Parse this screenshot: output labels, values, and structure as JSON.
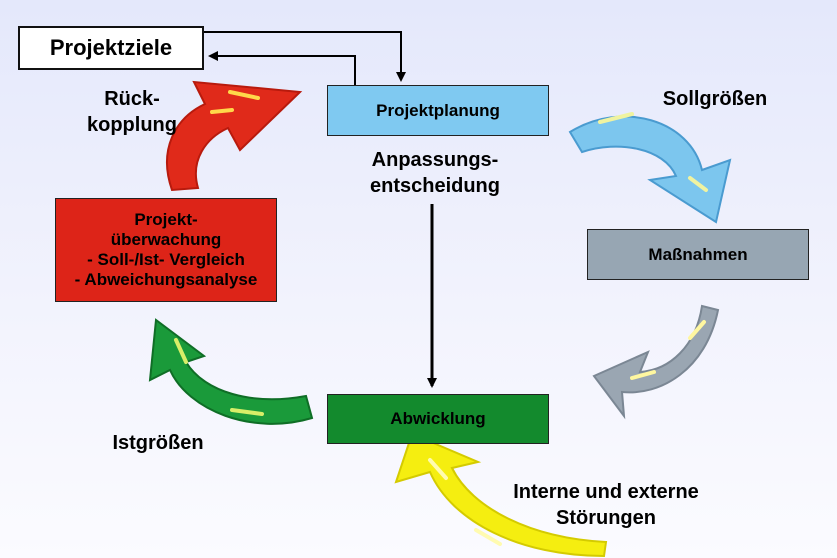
{
  "diagram": {
    "goals_label": "Projektziele",
    "planning_label": "Projektplanung",
    "measures_label": "Maßnahmen",
    "execution_label": "Abwicklung",
    "monitoring": {
      "line1": "Projekt-",
      "line2": "überwachung",
      "line3": "- Soll-/Ist- Vergleich",
      "line4": "- Abweichungsanalyse"
    },
    "feedback_label": {
      "line1": "Rück-",
      "line2": "kopplung"
    },
    "adjust_label": {
      "line1": "Anpassungs-",
      "line2": "entscheidung"
    },
    "target_label": "Sollgrößen",
    "actual_label": "Istgrößen",
    "disturbance_label": {
      "line1": "Interne und externe",
      "line2": "Störungen"
    }
  },
  "colors": {
    "planning": "#7fc9f1",
    "measures": "#97a6b3",
    "execution": "#138a2d",
    "monitoring": "#dd2418",
    "arrow_red": "#e02a1a",
    "arrow_blue": "#7cc6ee",
    "arrow_grey": "#9aa6b2",
    "arrow_green": "#1a9a3a",
    "arrow_yellow": "#f5ee10"
  }
}
